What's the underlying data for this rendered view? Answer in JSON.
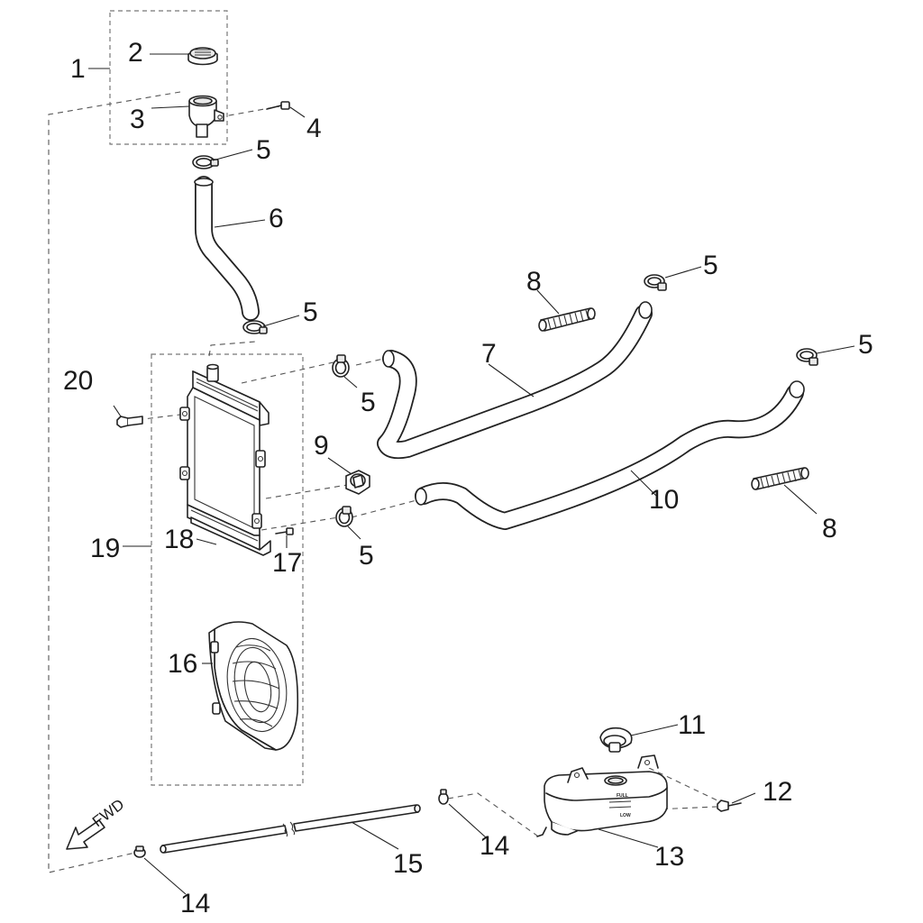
{
  "callouts": {
    "c1": "1",
    "c2": "2",
    "c3": "3",
    "c4": "4",
    "c5a": "5",
    "c5b": "5",
    "c5c": "5",
    "c5d": "5",
    "c5e": "5",
    "c5f": "5",
    "c6": "6",
    "c7": "7",
    "c8a": "8",
    "c8b": "8",
    "c9": "9",
    "c10": "10",
    "c11": "11",
    "c12": "12",
    "c13": "13",
    "c14a": "14",
    "c14b": "14",
    "c15": "15",
    "c16": "16",
    "c17": "17",
    "c18": "18",
    "c19": "19",
    "c20": "20"
  },
  "direction": {
    "label": "FWD"
  },
  "reservoir_marks": {
    "full": "FULL",
    "low": "LOW"
  },
  "colors": {
    "line": "#222222",
    "paper": "#ffffff",
    "dash": "#555555",
    "shade": "#e9e9e9"
  }
}
